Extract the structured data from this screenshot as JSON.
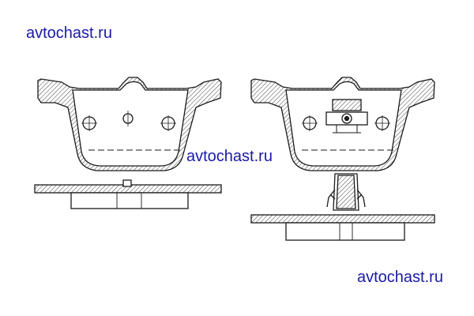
{
  "watermarks": {
    "top": "avtochast.ru",
    "middle": "avtochast.ru",
    "bottom": "avtochast.ru"
  },
  "colors": {
    "background": "#ffffff",
    "line": "#1a1a1a",
    "hatch": "#444444",
    "watermark": "#1a1aa8"
  }
}
